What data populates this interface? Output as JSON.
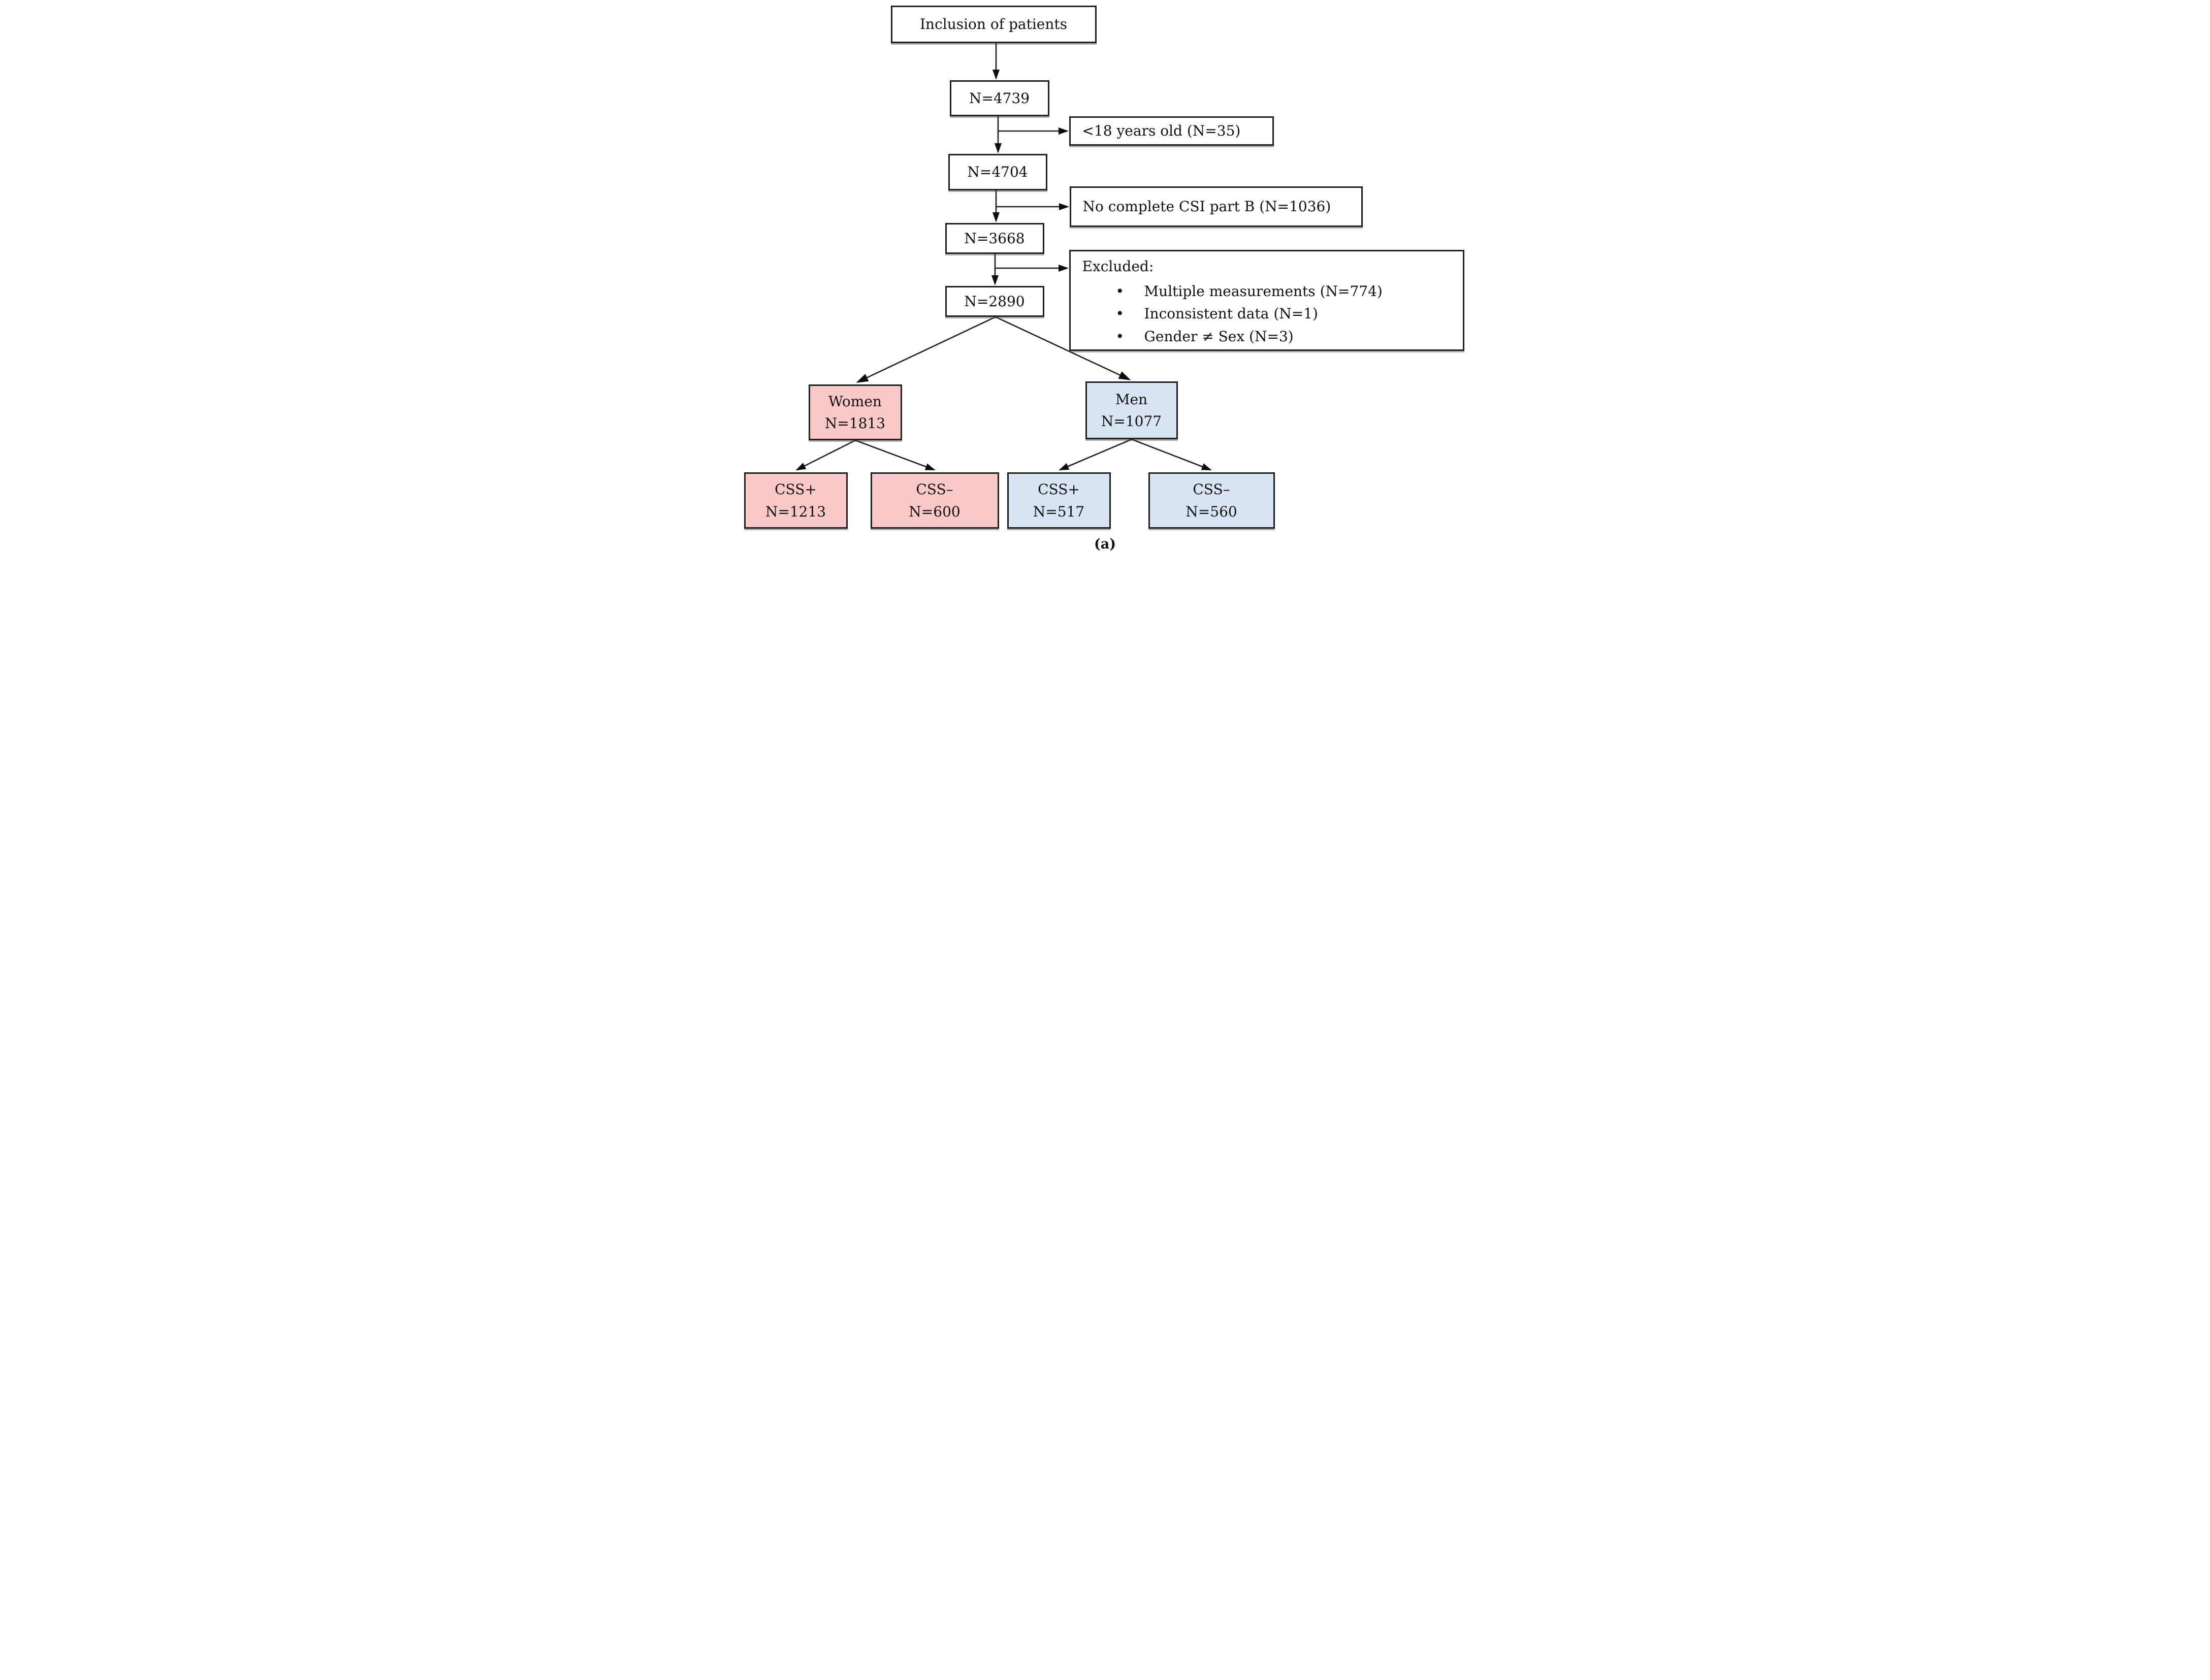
{
  "figure": {
    "caption_label": "(a)",
    "palette": {
      "women_fill": "#f9c8c8",
      "men_fill": "#d9e4f2",
      "box_border": "#1f1f1f",
      "connector_color": "#1f1f1f",
      "background": "#ffffff"
    },
    "nodes": {
      "inclusion": {
        "label": "Inclusion of patients"
      },
      "n4739": {
        "label": "N=4739"
      },
      "excl_age": {
        "label": "<18 years old (N=35)"
      },
      "n4704": {
        "label": "N=4704"
      },
      "excl_csi": {
        "label": "No complete CSI part B (N=1036)"
      },
      "n3668": {
        "label": "N=3668"
      },
      "excluded": {
        "title": "Excluded:",
        "items": [
          "Multiple measurements (N=774)",
          "Inconsistent data (N=1)",
          "Gender ≠ Sex (N=3)"
        ]
      },
      "n2890": {
        "label": "N=2890"
      },
      "women": {
        "label": "Women",
        "count": "N=1813"
      },
      "men": {
        "label": "Men",
        "count": "N=1077"
      },
      "women_css_pos": {
        "label": "CSS+",
        "count": "N=1213"
      },
      "women_css_neg": {
        "label": "CSS–",
        "count": "N=600"
      },
      "men_css_pos": {
        "label": "CSS+",
        "count": "N=517"
      },
      "men_css_neg": {
        "label": "CSS–",
        "count": "N=560"
      }
    }
  }
}
